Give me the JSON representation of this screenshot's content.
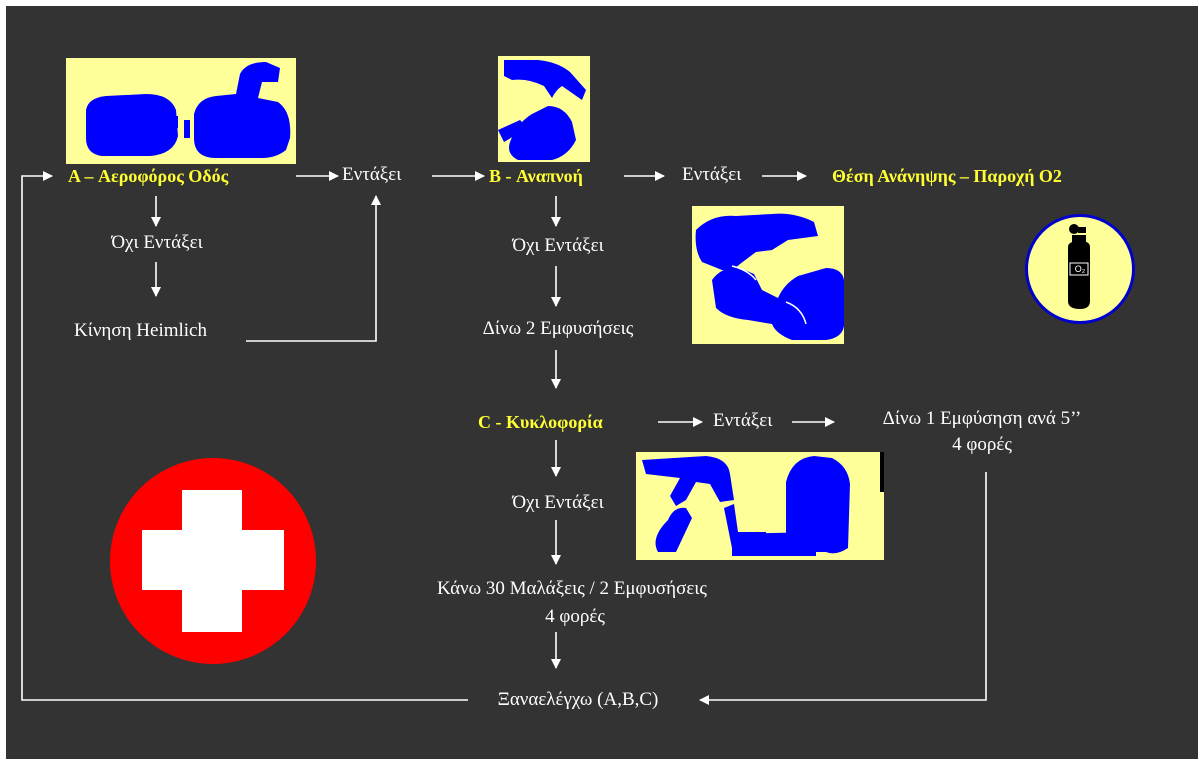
{
  "steps": {
    "a_airway": "A – Αεροφόρος Οδός",
    "b_breathing": "B - Αναπνοή",
    "c_circulation": "C - Κυκλοφορία",
    "recovery": "Θέση Ανάνηψης – Παροχή O2"
  },
  "labels": {
    "ok_a": "Εντάξει",
    "ok_b": "Εντάξει",
    "ok_c": "Εντάξει",
    "not_ok_a": "Όχι Εντάξει",
    "not_ok_b": "Όχι Εντάξει",
    "not_ok_c": "Όχι Εντάξει",
    "heimlich": "Κίνηση Heimlich",
    "two_breaths": "Δίνω 2 Εμφυσήσεις",
    "one_breath_line1": "Δίνω 1 Εμφύσηση ανά 5’’",
    "one_breath_line2": "4 φορές",
    "compressions_line1": "Κάνω 30 Μαλάξεις / 2 Εμφυσήσεις",
    "compressions_line2": "4 φορές",
    "recheck": "Ξαναελέγχω (A,B,C)"
  },
  "icons": {
    "oxygen_tank_label": "O₂"
  },
  "colors": {
    "background": "#333333",
    "text": "#ffffff",
    "step_heading": "#ffff33",
    "illustration_bg": "#ffff99",
    "illustration_figure": "#0000ff",
    "cross_circle": "#ff0000"
  }
}
